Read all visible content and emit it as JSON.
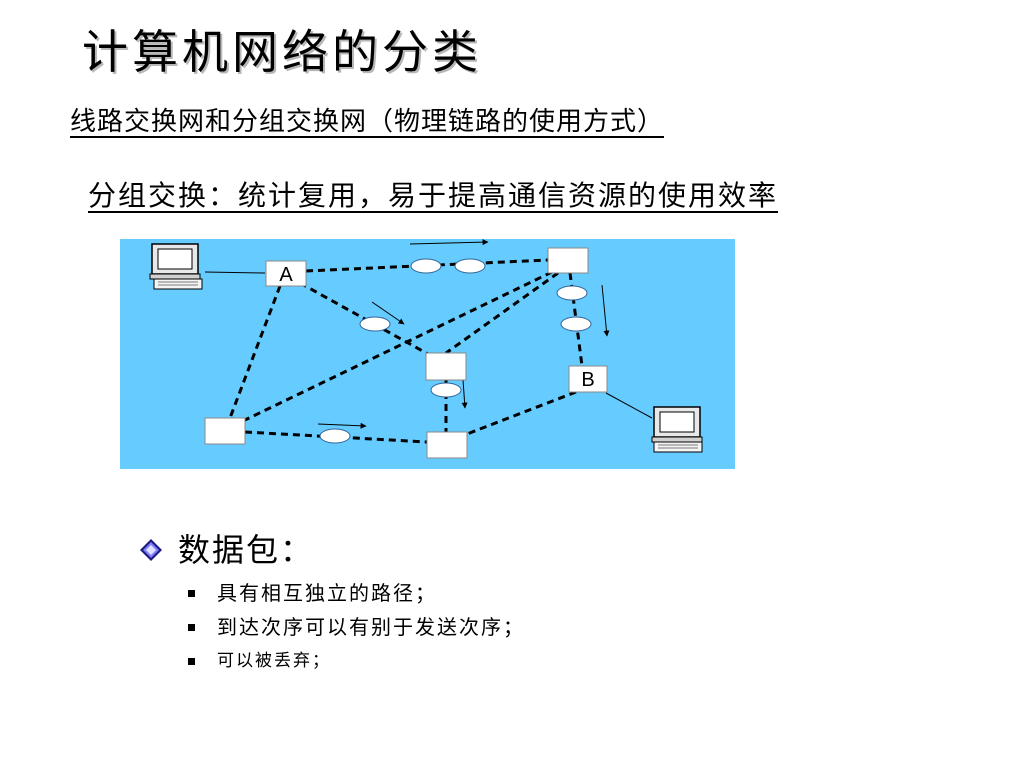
{
  "slide": {
    "title": "计算机网络的分类",
    "subtitle": "线路交换网和分组交换网（物理链路的使用方式）",
    "packet_switching_line": "分组交换：统计复用，易于提高通信资源的使用效率"
  },
  "diagram": {
    "background_color": "#66ccff",
    "node_labels": {
      "A": "A",
      "B": "B"
    }
  },
  "bullets": {
    "main": "数据包：",
    "items": [
      "具有相互独立的路径；",
      "到达次序可以有别于发送次序；",
      "可以被丢弃；"
    ]
  }
}
